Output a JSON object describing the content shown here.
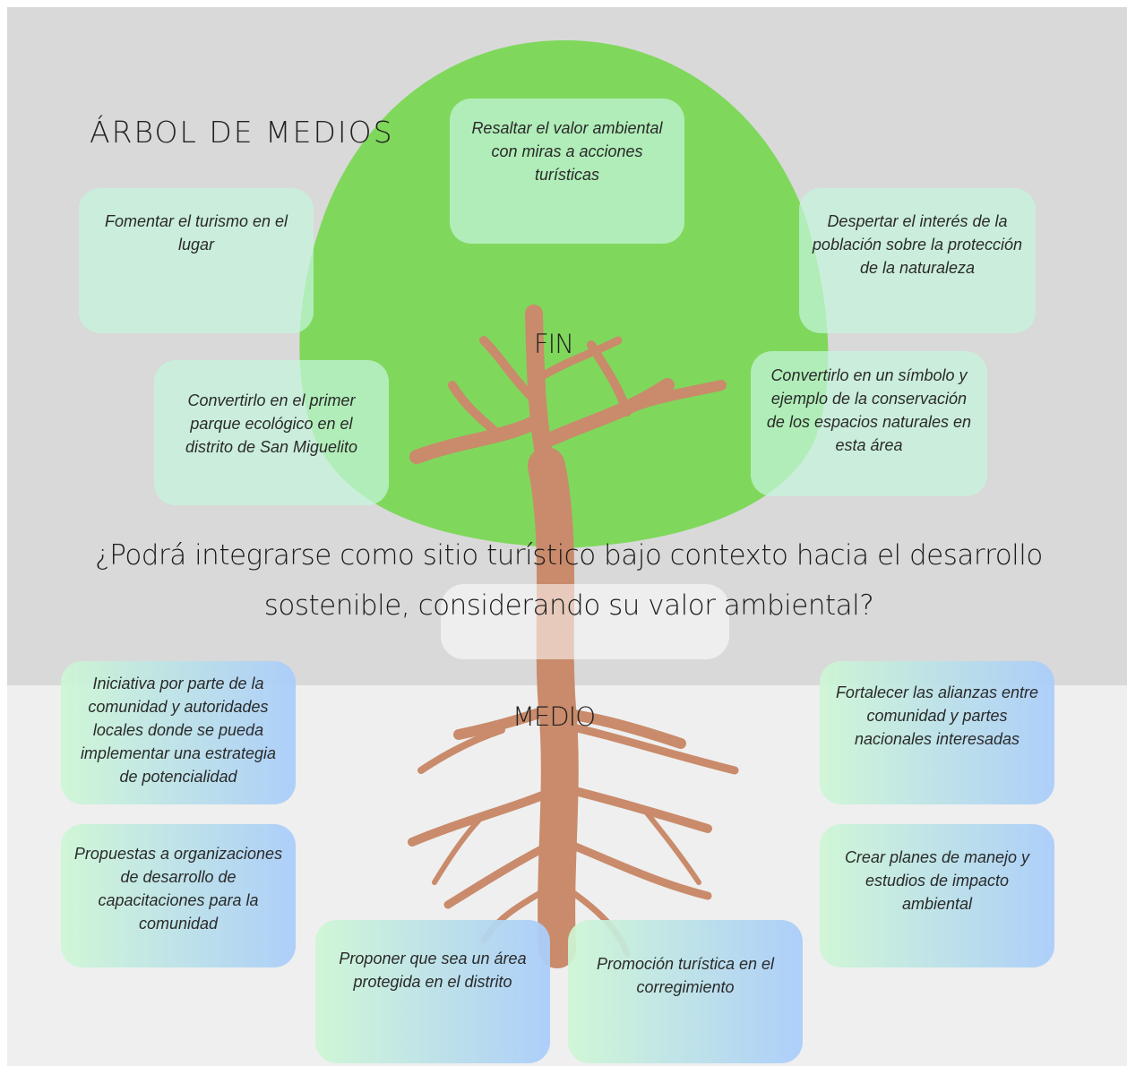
{
  "title": "ÁRBOL DE MEDIOS",
  "labels": {
    "fin": "FIN",
    "medio": "MEDIO"
  },
  "question": "¿Podrá integrarse como sitio turístico bajo contexto hacia el desarrollo sostenible, considerando su valor ambiental?",
  "fines": [
    "Resaltar el valor ambiental con miras a acciones turísticas",
    "Fomentar el turismo en el lugar",
    "Despertar el interés de la población sobre la protección de la naturaleza",
    "Convertirlo en el primer parque ecológico en el distrito de San Miguelito",
    "Convertirlo en un símbolo y ejemplo de la conservación de los espacios naturales en esta área"
  ],
  "medios": [
    "Iniciativa por parte de la comunidad y autoridades locales donde se pueda implementar una estrategia de potencialidad",
    "Fortalecer las alianzas entre comunidad y partes nacionales interesadas",
    "Propuestas a organizaciones de desarrollo de capacitaciones para la comunidad",
    "Crear planes de manejo y estudios de impacto ambiental",
    "Proponer que sea un área protegida en el distrito",
    "Promoción turística en el corregimiento"
  ],
  "colors": {
    "background_top": "#d9d9d9",
    "background_bottom": "#efefef",
    "canopy": "#7fd85c",
    "trunk": "#c98b6b"
  }
}
